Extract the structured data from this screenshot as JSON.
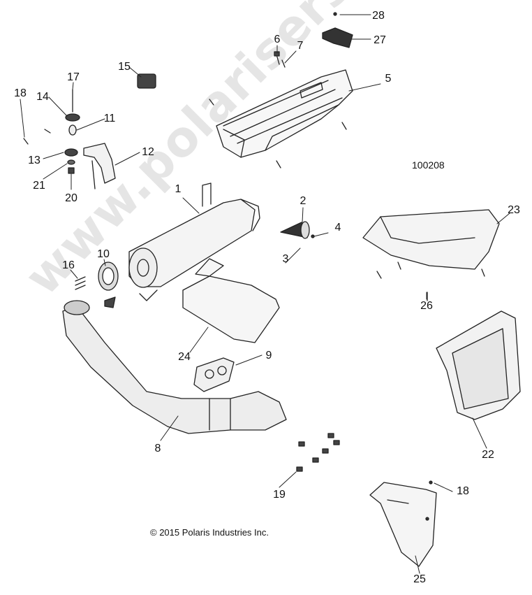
{
  "diagram": {
    "ref_number": "100208",
    "copyright": "© 2015 Polaris Industries Inc.",
    "watermark": "www.polarisersatzteile.de",
    "callouts": [
      {
        "id": "c1",
        "label": "1"
      },
      {
        "id": "c2",
        "label": "2"
      },
      {
        "id": "c3",
        "label": "3"
      },
      {
        "id": "c4",
        "label": "4"
      },
      {
        "id": "c5",
        "label": "5"
      },
      {
        "id": "c6",
        "label": "6"
      },
      {
        "id": "c7",
        "label": "7"
      },
      {
        "id": "c8",
        "label": "8"
      },
      {
        "id": "c9",
        "label": "9"
      },
      {
        "id": "c10",
        "label": "10"
      },
      {
        "id": "c11",
        "label": "11"
      },
      {
        "id": "c12",
        "label": "12"
      },
      {
        "id": "c13",
        "label": "13"
      },
      {
        "id": "c14",
        "label": "14"
      },
      {
        "id": "c15",
        "label": "15"
      },
      {
        "id": "c16",
        "label": "16"
      },
      {
        "id": "c17",
        "label": "17"
      },
      {
        "id": "c18a",
        "label": "18"
      },
      {
        "id": "c18b",
        "label": "18"
      },
      {
        "id": "c19",
        "label": "19"
      },
      {
        "id": "c20",
        "label": "20"
      },
      {
        "id": "c21",
        "label": "21"
      },
      {
        "id": "c22",
        "label": "22"
      },
      {
        "id": "c23",
        "label": "23"
      },
      {
        "id": "c24",
        "label": "24"
      },
      {
        "id": "c25",
        "label": "25"
      },
      {
        "id": "c26",
        "label": "26"
      },
      {
        "id": "c27",
        "label": "27"
      },
      {
        "id": "c28",
        "label": "28"
      }
    ]
  }
}
